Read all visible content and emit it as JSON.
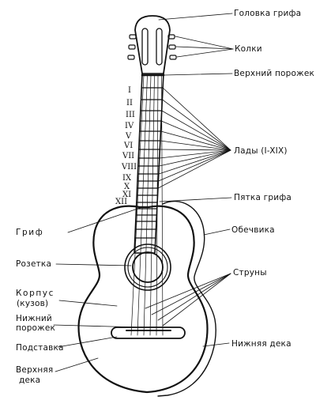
{
  "labels": {
    "headstock": "Головка грифа",
    "tuning_pegs": "Колки",
    "nut": "Верхний порожек",
    "frets": "Лады (I-XIX)",
    "heel": "Пятка грифа",
    "neck": "Гриф",
    "sides": "Обечвика",
    "rosette": "Розетка",
    "strings": "Струны",
    "body": "Корпус",
    "body_alt": "(кузов)",
    "saddle_1": "Нижний",
    "saddle_2": "порожек",
    "bridge": "Подставка",
    "back": "Нижняя дека",
    "top_1": "Верхняя",
    "top_2": "дека"
  },
  "fret_numerals": [
    "I",
    "II",
    "III",
    "IV",
    "V",
    "VI",
    "VII",
    "VIII",
    "IX",
    "X",
    "XI",
    "XII"
  ]
}
